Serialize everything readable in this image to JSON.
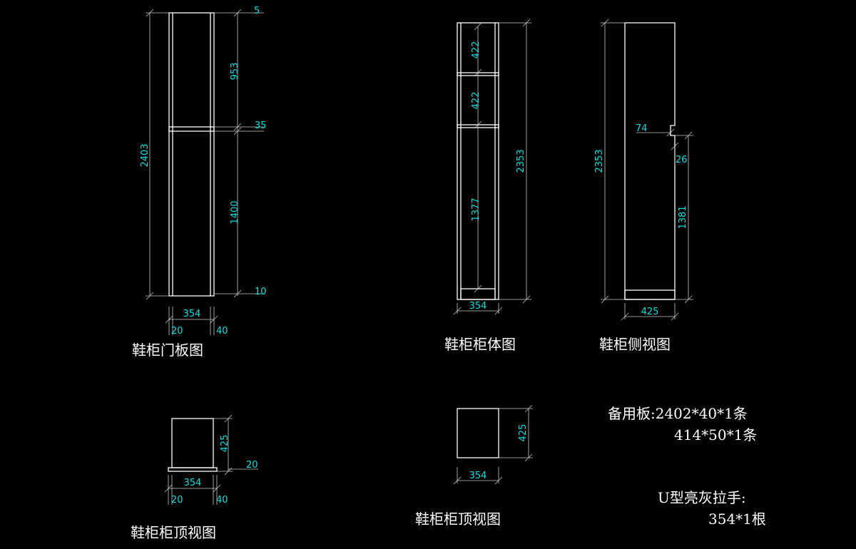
{
  "views": {
    "door": {
      "caption": "鞋柜门板图",
      "dims": {
        "total_height": "2403",
        "top_gap": "5",
        "upper": "953",
        "mid_rail": "35",
        "lower": "1400",
        "bottom_gap": "10",
        "width": "354",
        "left_inset": "20",
        "right_inset": "40"
      }
    },
    "body": {
      "caption": "鞋柜柜体图",
      "dims": {
        "shelf_top": "422",
        "shelf_mid": "422",
        "shelf_low": "1377",
        "height": "2353",
        "width": "354"
      }
    },
    "side": {
      "caption": "鞋柜侧视图",
      "dims": {
        "height": "2353",
        "notch_depth": "74",
        "notch_height": "26",
        "lower": "1381",
        "depth": "425"
      }
    },
    "door_top": {
      "caption": "鞋柜柜顶视图",
      "dims": {
        "depth": "425",
        "edge": "20",
        "width": "354",
        "left_inset": "20",
        "right_inset": "40"
      }
    },
    "body_top": {
      "caption": "鞋柜柜顶视图",
      "dims": {
        "depth": "425",
        "width": "354"
      }
    }
  },
  "notes": {
    "spare_label": "备用板:2402*40*1条",
    "spare_line2": "414*50*1条",
    "handle_label": "U型亮灰拉手:",
    "handle_line2": "354*1根"
  },
  "colors": {
    "background": "#000000",
    "geometry": "#ffffff",
    "dimension_text": "#00e0e0",
    "dimension_line": "#c8c8c8"
  }
}
